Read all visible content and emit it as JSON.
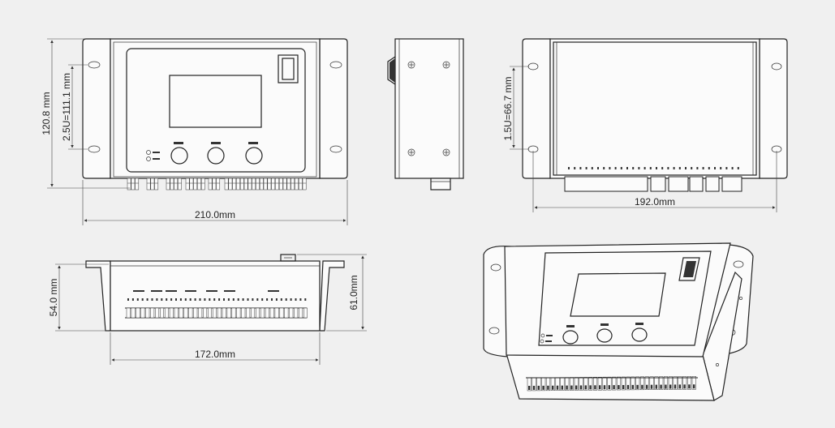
{
  "dimensions": {
    "front_width": "210.0mm",
    "front_height": "120.8 mm",
    "front_rack": "2.5U=111.1 mm",
    "back_width": "192.0mm",
    "back_rack": "1.5U=66.7 mm",
    "bottom_width": "172.0mm",
    "bottom_depth_left": "54.0 mm",
    "bottom_depth_right": "61.0mm"
  },
  "colors": {
    "background": "#f0f0f0",
    "line": "#222222"
  }
}
